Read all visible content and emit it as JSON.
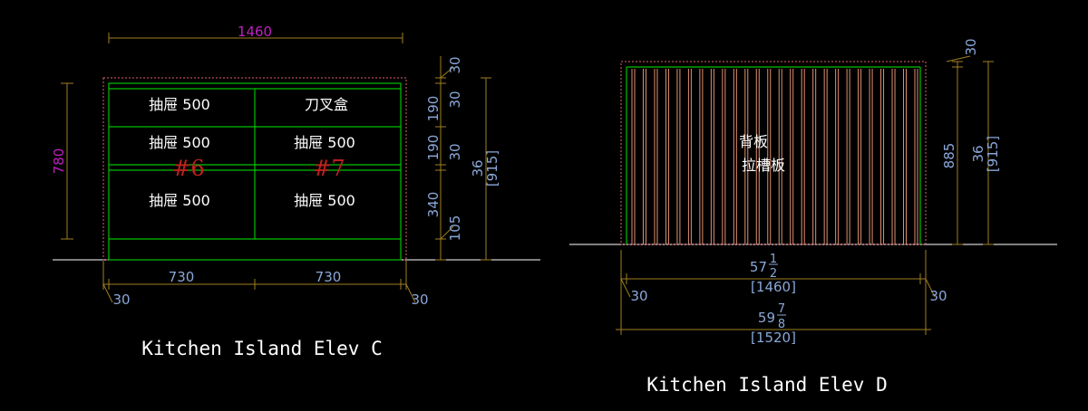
{
  "colors": {
    "background": "#000000",
    "ground": "#ffffff",
    "cabinet": "#00c000",
    "dimension_line": "#a08020",
    "dimension_text": "#8aa7d8",
    "magenta_text": "#c020c0",
    "red_text": "#c02020",
    "slat": "#e09070",
    "hidden_line": "#e06070"
  },
  "elev_c": {
    "title": "Kitchen Island Elev C",
    "width_total": "1460",
    "height_total": "780",
    "col_left": "730",
    "col_right": "730",
    "left_30": "30",
    "right_30": "30",
    "right_dims": [
      "30",
      "190",
      "190",
      "30",
      "340",
      "105"
    ],
    "height_imperial": "36",
    "height_metric": "[915]",
    "tag_left": "#6",
    "tag_right": "#7",
    "drawers": [
      "抽屉 500",
      "刀叉盒",
      "抽屉 500",
      "抽屉 500",
      "抽屉 500",
      "抽屉 500"
    ]
  },
  "elev_d": {
    "title": "Kitchen Island Elev D",
    "label_line1": "背板",
    "label_line2": "拉槽板",
    "dim_top": "30",
    "dim_height": "885",
    "height_imperial": "36",
    "height_metric": "[915]",
    "width_inner_whole": "57",
    "width_inner_num": "1",
    "width_inner_den": "2",
    "width_inner_metric": "[1460]",
    "width_outer_whole": "59",
    "width_outer_num": "7",
    "width_outer_den": "8",
    "width_outer_metric": "[1520]",
    "left_30": "30",
    "right_30": "30",
    "slat_count": 26
  }
}
